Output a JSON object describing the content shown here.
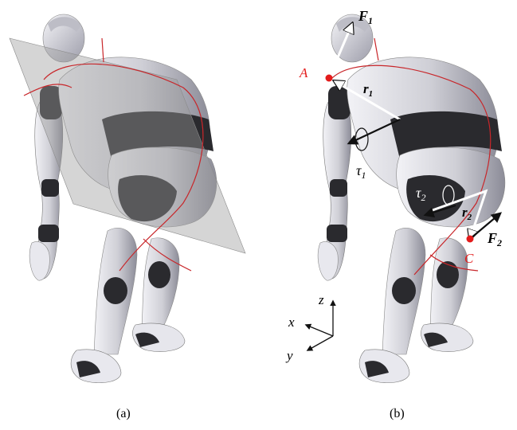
{
  "panels": [
    {
      "caption": "(a)"
    },
    {
      "caption": "(b)"
    }
  ],
  "annotations": {
    "point_a": "A",
    "point_c": "C",
    "force1": {
      "base": "F",
      "sub": "1"
    },
    "force2": {
      "base": "F",
      "sub": "2"
    },
    "arm1": {
      "base": "r",
      "sub": "1"
    },
    "arm2": {
      "base": "r",
      "sub": "2"
    },
    "torque1": {
      "base": "τ",
      "sub": "1"
    },
    "torque2": {
      "base": "τ",
      "sub": "2"
    }
  },
  "axes": {
    "x": "x",
    "y": "y",
    "z": "z"
  },
  "colors": {
    "body_light": "#d8d8de",
    "body_shade": "#9a9aa6",
    "body_dark": "#2a2a2e",
    "plane": "#9c9c9c",
    "contour": "#c8262a",
    "marker": "#e31b1b",
    "arrow": "#111111",
    "arrow_white": "#ffffff"
  }
}
